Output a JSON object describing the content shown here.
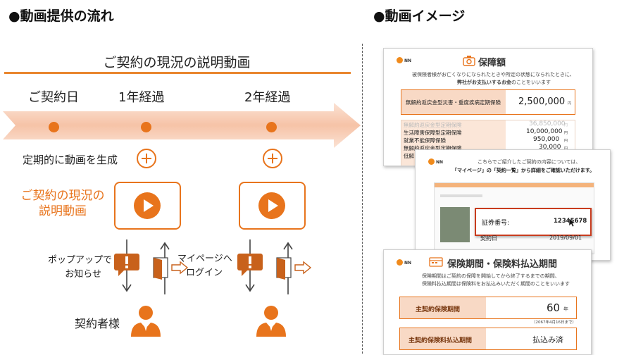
{
  "left_section": {
    "title": "●動画提供の流れ",
    "center_title": "ご契約の現況の説明動画",
    "stages": [
      "ご契約日",
      "1年経過",
      "2年経過"
    ],
    "generate_label": "定期的に動画を生成",
    "video_label_line1": "ご契約の現況の",
    "video_label_line2": "説明動画",
    "notify_line1": "ポップアップで",
    "notify_line2": "お知らせ",
    "login_line1": "マイページへ",
    "login_line2": "ログイン",
    "customer_label": "契約者様",
    "colors": {
      "accent": "#e8741c",
      "band": "#f7c9b0",
      "line": "#e9862e"
    }
  },
  "right_section": {
    "title": "●動画イメージ",
    "card1": {
      "logo": "NN",
      "title": "保障額",
      "desc_line1": "被保険者様がお亡くなりになられたときや所定の状態になられたときに、",
      "desc_line2_bold": "弊社がお支払いするお金",
      "desc_line2_rest": "のことをいいます",
      "main_label": "無解約返戻金型災害・重度疾病定期保険",
      "main_value": "2,500,000",
      "main_unit": "円",
      "rows": [
        {
          "label": "無解約返戻金型定期保険",
          "value": "36,850,000",
          "unit": "円"
        },
        {
          "label": "生活障害保障型定期保険",
          "value": "10,000,000",
          "unit": "円"
        },
        {
          "label": "就業不能保障保険",
          "value": "950,000",
          "unit": "円"
        },
        {
          "label": "無解約返戻金型定期保険",
          "value": "30,000",
          "unit": "円"
        },
        {
          "label": "低解",
          "value": "",
          "unit": ""
        }
      ]
    },
    "card2": {
      "logo": "NN",
      "line1": "こちらでご紹介したご契約の内容については、",
      "line2": "「マイページ」の「契約一覧」から詳細をご確認いただけます。",
      "policy_label": "証券番号:",
      "policy_value": "12345678",
      "partial_label": "契約日",
      "partial_value": "2019/09/01"
    },
    "card3": {
      "logo": "NN",
      "title": "保険期間・保険料払込期間",
      "desc_line1": "保険期間はご契約の保障を開始してから終了するまでの期間、",
      "desc_line2": "保険料払込期間は保険料をお払込みいただく期間のことをいいます",
      "row1_label": "主契約保険期間",
      "row1_value": "60",
      "row1_unit": "年",
      "row1_note": "（2067年4月16日まで）",
      "row2_label": "主契約保険料払込期間",
      "row2_value": "払込み済"
    }
  }
}
